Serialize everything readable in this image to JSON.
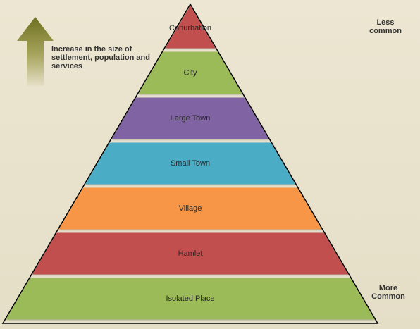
{
  "tiers": [
    {
      "label": "Conurbation",
      "color": "#c0504d"
    },
    {
      "label": "City",
      "color": "#9bbb59"
    },
    {
      "label": "Large Town",
      "color": "#8064a2"
    },
    {
      "label": "Small Town",
      "color": "#4bacc6"
    },
    {
      "label": "Village",
      "color": "#f79646"
    },
    {
      "label": "Hamlet",
      "color": "#c0504d"
    },
    {
      "label": "Isolated Place",
      "color": "#9bbb59"
    }
  ],
  "arrow_text": "Increase in the size of settlement, population and services",
  "less_common": "Less common",
  "more_common": "More Common",
  "colors": {
    "background": "#e9e2cc",
    "outline": "#000000",
    "arrow": "#7a7a1e"
  }
}
